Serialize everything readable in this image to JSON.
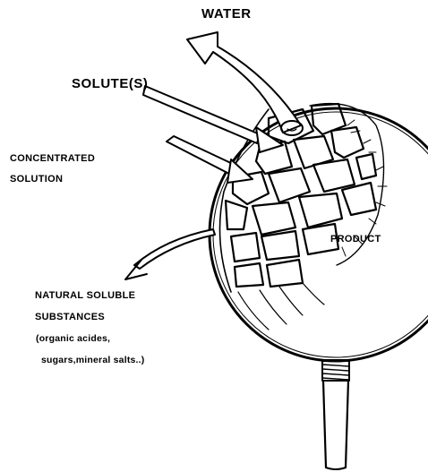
{
  "labels": {
    "water": "WATER",
    "solutes": "SOLUTE(S)",
    "concentrated_line1": "CONCENTRATED",
    "concentrated_line2": "SOLUTION",
    "product": "PRODUCT",
    "natural_line1": "NATURAL SOLUBLE",
    "natural_line2": "SUBSTANCES",
    "natural_line3": "(organic acides,",
    "natural_line4": "sugars,mineral salts..)"
  },
  "colors": {
    "ink": "#000000",
    "paper": "#ffffff"
  }
}
